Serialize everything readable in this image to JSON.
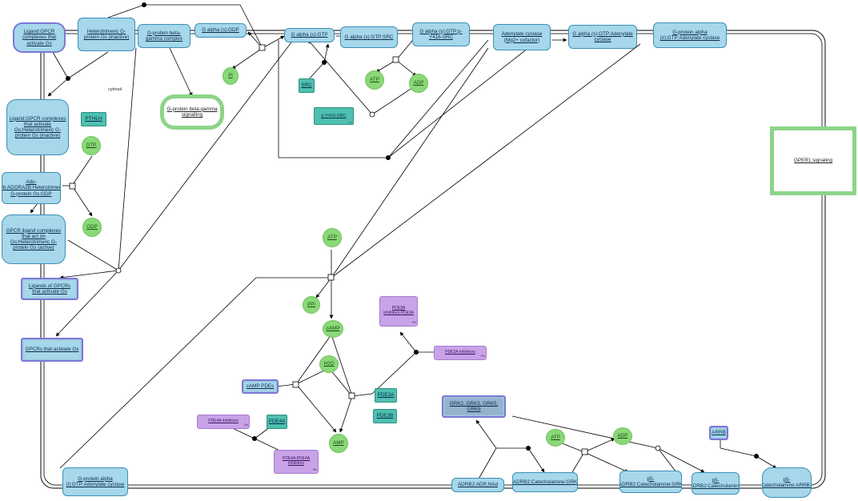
{
  "compartment": {
    "label": "cytosol"
  },
  "nodes": {
    "ligand_gpcr": "Ligand:GPCR complexes that activate Gs",
    "heterotrimeric_inactive": "Heterotrimeric G-protein Gs (inactive)",
    "g_beta_gamma": "G-protein beta-gamma complex",
    "g_alpha_gdp": "G alpha (s):GDP",
    "g_alpha_gtp": "G alpha (s):GTP",
    "g_alpha_gtp_src": "G alpha (s):GTP:SRC",
    "g_alpha_gtp_py416": "G alpha (s):GTP:p-Y416-SRC",
    "adenylate_cyclase": "Adenylate cyclase (Mg2+ cofactor)",
    "g_alpha_gtp_ac": "G alpha (s):GTP:Adenylate cyclase",
    "g_alpha_z_gtp_ac": "G-protein alpha (z):GTP:Adenylate cyclase",
    "ligand_gpcr_het_inactive": "Ligand:GPCR complexes that activate Gs:Heterotrimeric G-protein Gs (inactive)",
    "ado_rib": "Ado-Rib:ADORA2B:Heterotrimeric G-protein Gs:GDP",
    "gpcr_ligand_active": "GPCR ligand complexes that act on Gs:Heterotrimeric G-protein Gs (active)",
    "ligands_gpcrs": "Ligands of GPCRs that activate Gs",
    "gpcrs_gs": "GPCRs that activate Gs",
    "ptmlh": "PTHLH",
    "gtp": "GTP",
    "gdp": "GDP",
    "pi": "Pi",
    "src": "SRC",
    "atp_top": "ATP",
    "adp_top": "ADP",
    "py416src": "p-Y416-SRC",
    "py416src_p": "P",
    "beta_gamma_signalling": "G-protein beta:gamma signalling",
    "gper1": "GPER1 signaling",
    "atp_mid": "ATP",
    "ppi": "PPi",
    "camp": "cAMP",
    "h2o": "H2O",
    "amp": "AMP",
    "camp_pdes": "cAMP PDEs",
    "pde4a": "PDE4A",
    "pde3a": "PDE3A",
    "pde3b": "PDE3B",
    "pde3a_inhibitors_drug": "PDE3A inhibitors",
    "pde3a_inh_complex": "PDE3A inhibitors:PDE3A",
    "pde4a_inhibitors_drug": "PDE4A inhibitors",
    "pde4a_inh_complex": "PDE4A:PDE4A inhibitors",
    "drug_sub": "Rx",
    "grks": "GRK2, GRK3, GRK5, GRK6",
    "atp_bottom": "ATP",
    "adp_bottom": "ADP",
    "arrb": "ARRB",
    "g_alpha_i_gtp_ac": "G-protein alpha (i):GTP:Adenylate cyclase",
    "adrb2_adr": "ADRB2:ADR,NAd",
    "adrb2_cat_grk": "ADRB2:Catecholamine:GRK",
    "p5_adrb2_cat_grk": "p5-ADRB2:Catecholamine:GRK",
    "p5_adrb2_cat": "p5-ADRB2:Catecholamine",
    "p5_adrb2_cat_arrb": "p5-ADRB2:Catecholamine:ARRB1,ARRB2"
  },
  "colors": {
    "complex": "#a6d7ea",
    "protein": "#4ec0b0",
    "chemical": "#8ad878",
    "drug": "#c8a3e8",
    "pathway_border": "#8dd489",
    "set_border": "#7b78d6"
  }
}
